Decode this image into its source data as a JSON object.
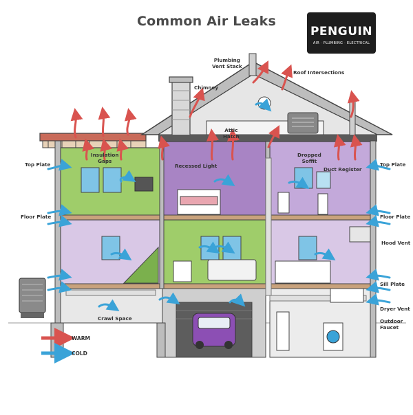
{
  "title": "Common Air Leaks",
  "logo": {
    "name": "PENGUIN",
    "tagline": "AIR · PLUMBING · ELECTRICAL"
  },
  "labels": {
    "plumbing_vent_stack": [
      "Plumbing",
      "Vent Stack"
    ],
    "roof_intersections": "Roof Intersections",
    "chimney": "Chimney",
    "attic_hatch": [
      "Attic",
      "Hatch"
    ],
    "dropped_soffit": [
      "Dropped",
      "Soffit"
    ],
    "insulation_gaps": [
      "Insulation",
      "Gaps"
    ],
    "recessed_light": "Recessed Light",
    "duct_register": "Duct Register",
    "top_plate_left": "Top Plate",
    "top_plate_right": "Top Plate",
    "floor_plate_left": "Floor Plate",
    "floor_plate_right": "Floor Plate",
    "hood_vent": "Hood Vent",
    "sill_plate": "Sill Plate",
    "dryer_vent": "Dryer Vent",
    "outdoor_faucet": [
      "Outdoor",
      "Faucet"
    ],
    "crawl_space": "Crawl Space"
  },
  "legend": {
    "warm": "WARM",
    "cold": "COLD"
  },
  "colors": {
    "warm": "#d9534f",
    "cold": "#3aa3d8",
    "wall_green": "#9fcd6a",
    "wall_purple": "#a884c4",
    "wall_lilac": "#d9c8e6",
    "roof": "#d0d0d0",
    "attic": "#e4e4e4",
    "floor": "#c8a27c"
  }
}
